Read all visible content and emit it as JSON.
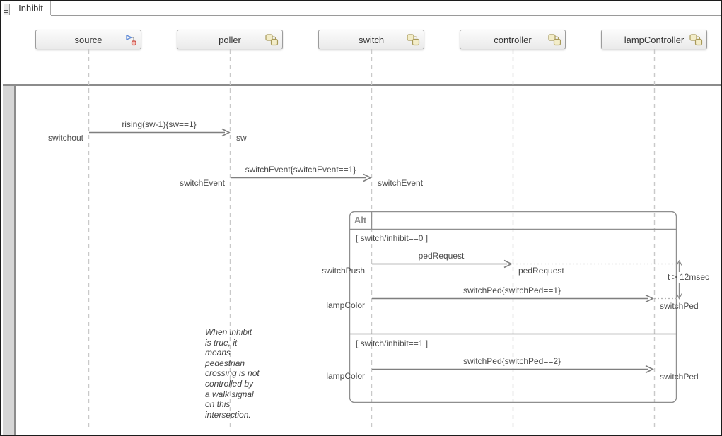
{
  "tab": {
    "label": "Inhibit"
  },
  "lifelines": [
    {
      "name": "source",
      "icon": "event-source-icon"
    },
    {
      "name": "poller",
      "icon": "subsystem-icon"
    },
    {
      "name": "switch",
      "icon": "subsystem-icon"
    },
    {
      "name": "controller",
      "icon": "subsystem-icon"
    },
    {
      "name": "lampController",
      "icon": "subsystem-icon"
    }
  ],
  "messages": [
    {
      "from": "source",
      "to": "poller",
      "label": "rising(sw-1){sw==1}",
      "source_event": "switchout",
      "target_event": "sw"
    },
    {
      "from": "poller",
      "to": "switch",
      "label": "switchEvent{switchEvent==1}",
      "source_event": "switchEvent",
      "target_event": "switchEvent"
    },
    {
      "from": "switch",
      "to": "controller",
      "label": "pedRequest",
      "source_event": "switchPush",
      "target_event": "pedRequest"
    },
    {
      "from": "switch",
      "to": "lampController",
      "label": "switchPed{switchPed==1}",
      "source_event": "lampColor",
      "target_event": "switchPed"
    },
    {
      "from": "switch",
      "to": "lampController",
      "label": "switchPed{switchPed==2}",
      "source_event": "lampColor",
      "target_event": "switchPed"
    }
  ],
  "fragment": {
    "operator": "Alt",
    "operands": [
      {
        "guard": "[ switch/inhibit==0 ]"
      },
      {
        "guard": "[ switch/inhibit==1 ]"
      }
    ]
  },
  "duration_constraint": {
    "label": "t > 12msec"
  },
  "note": {
    "text": "When inhibit\nis true, it\nmeans\npedestrian\ncrossing is not\ncontrolled by\na walk signal\non this\nintersection."
  },
  "colors": {
    "message_line": "#7f7f7f",
    "fragment_border": "#8f8f8f",
    "lifeline_dash": "#c9c9c9",
    "dotted_line": "#b5b5b5",
    "header_border": "#9c9c9c",
    "subsystem_icon_fill": "#f3edc9",
    "subsystem_icon_border": "#a89a5a",
    "source_icon_blue": "#5b87d6",
    "source_icon_red": "#cc4b42"
  }
}
